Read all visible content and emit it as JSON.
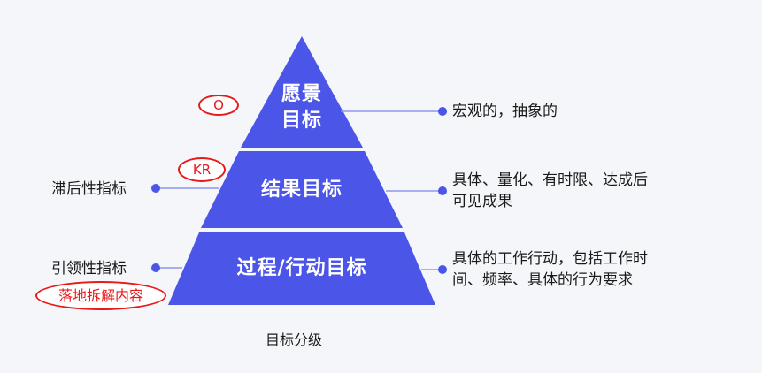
{
  "pyramid": {
    "top_label": "愿景\n目标",
    "middle_label": "结果目标",
    "bottom_label": "过程/行动目标"
  },
  "badges": {
    "top": "O",
    "middle": "KR",
    "bottom": "落地拆解内容"
  },
  "left_labels": {
    "middle": "滞后性指标",
    "bottom": "引领性指标"
  },
  "right_labels": {
    "top": "宏观的，抽象的",
    "middle": "具体、量化、有时限、达成后\n可见成果",
    "bottom": "具体的工作行动，包括工作时\n间、频率、具体的行为要求"
  },
  "caption": "目标分级",
  "colors": {
    "pyramid": "#4b56e8",
    "connector": "#8f96ee",
    "badge_outline": "#e81919",
    "background": "#f5f6f9"
  }
}
